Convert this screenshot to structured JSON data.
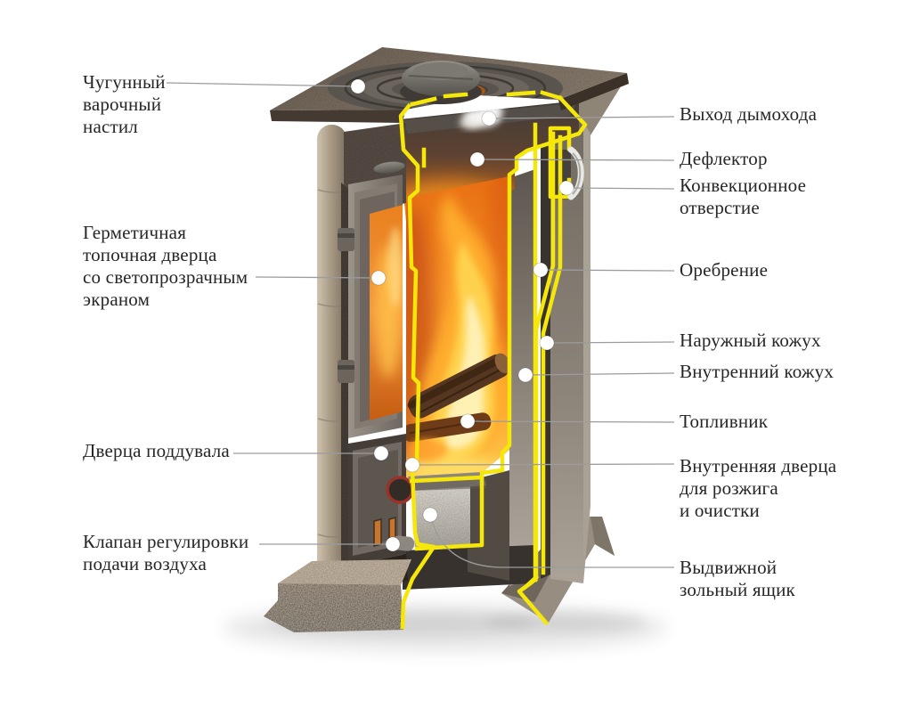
{
  "diagram": {
    "labels": {
      "left": [
        {
          "id": "cooking-plate",
          "text": "Чугунный\nварочный\nнастил"
        },
        {
          "id": "fire-door",
          "text": "Герметичная\nтопочная дверца\nсо светопрозрачным\nэкраном"
        },
        {
          "id": "blower-door",
          "text": "Дверца поддувала"
        },
        {
          "id": "air-valve",
          "text": "Клапан регулировки\nподачи воздуха"
        }
      ],
      "right": [
        {
          "id": "chimney-outlet",
          "text": "Выход дымохода"
        },
        {
          "id": "deflector",
          "text": "Дефлектор"
        },
        {
          "id": "convection-opening",
          "text": "Конвекционное\nотверстие"
        },
        {
          "id": "finning",
          "text": "Оребрение"
        },
        {
          "id": "outer-casing",
          "text": "Наружный кожух"
        },
        {
          "id": "inner-casing",
          "text": "Внутренний кожух"
        },
        {
          "id": "firebox",
          "text": "Топливник"
        },
        {
          "id": "inner-door",
          "text": "Внутренняя дверца\nдля розжига\nи очистки"
        },
        {
          "id": "ash-drawer",
          "text": "Выдвижной\nзольный ящик"
        }
      ]
    },
    "colors": {
      "cutaway_outline": "#f6e70a",
      "leader_line": "#9c9c9c",
      "label_text": "#262626"
    }
  }
}
